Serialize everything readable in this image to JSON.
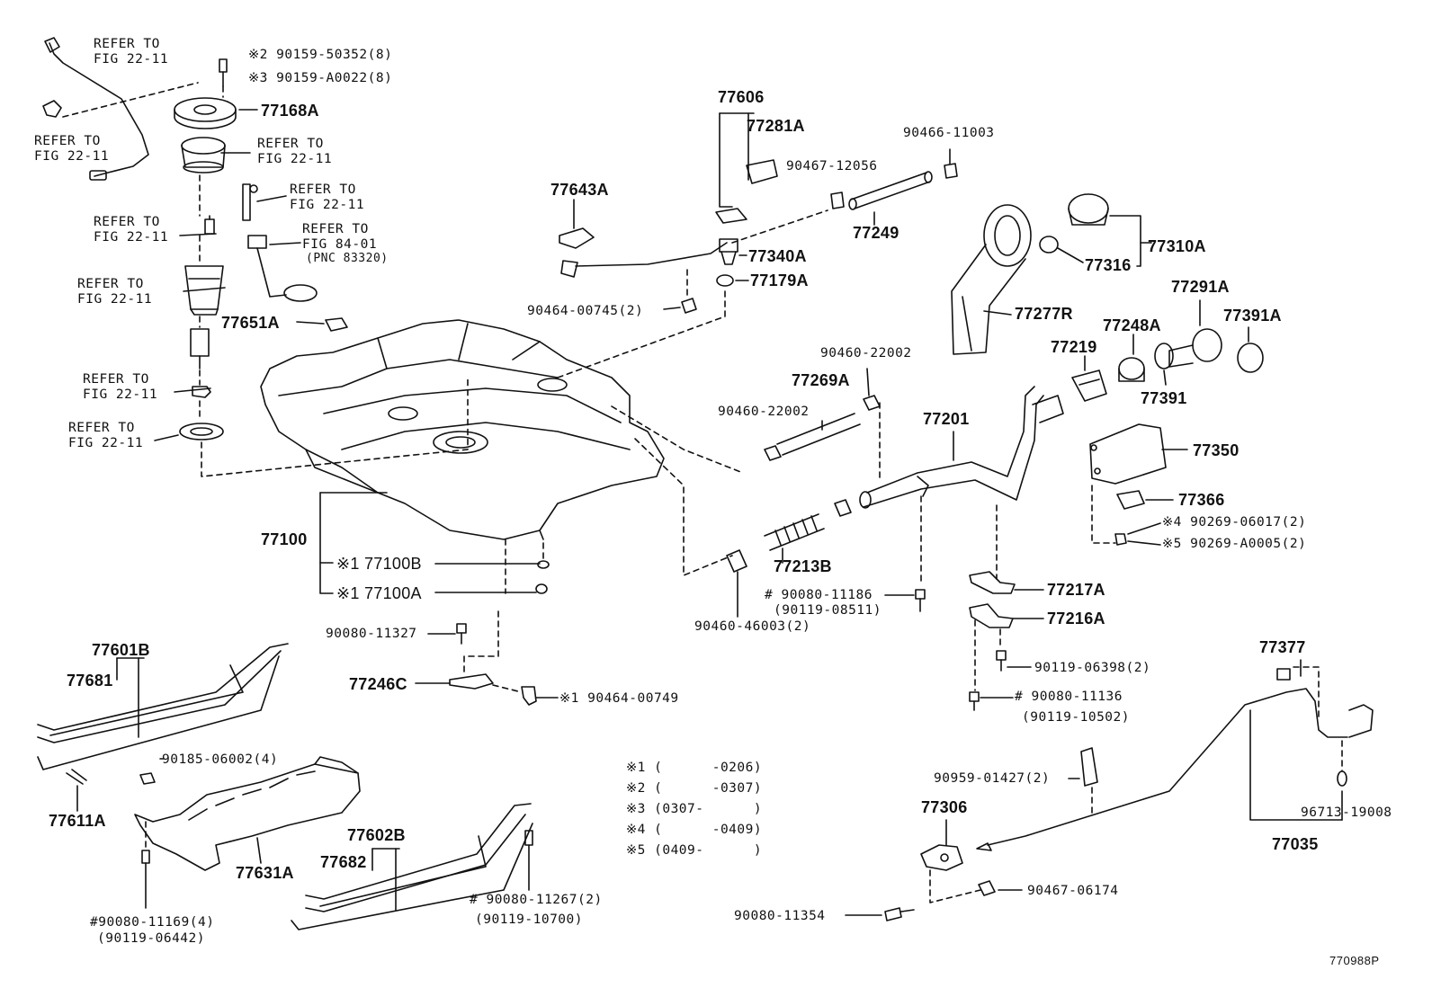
{
  "diagram_id": "770988P",
  "refs": {
    "r1": [
      "REFER TO",
      "FIG 22-11"
    ],
    "r2": [
      "REFER TO",
      "FIG 22-11"
    ],
    "r3": [
      "REFER TO",
      "FIG 22-11"
    ],
    "r4": [
      "REFER TO",
      "FIG 22-11"
    ],
    "r5": [
      "REFER TO",
      "FIG 22-11"
    ],
    "r6": [
      "REFER TO",
      "FIG 84-01",
      "(PNC 83320)"
    ],
    "r7": [
      "REFER TO",
      "FIG 22-11"
    ],
    "r8": [
      "REFER TO",
      "FIG 22-11"
    ],
    "r9": [
      "REFER TO",
      "FIG 22-11"
    ]
  },
  "parts": {
    "p90159_50352": "※2 90159-50352(8)",
    "p90159_A0022": "※3 90159-A0022(8)",
    "p77168A": "77168A",
    "p77651A": "77651A",
    "p77100": "77100",
    "p77100B": "※1 77100B",
    "p77100A": "※1 77100A",
    "p90080_11327": "90080-11327",
    "p77246C": "77246C",
    "p90464_00749": "※1 90464-00749",
    "p77606": "77606",
    "p77281A": "77281A",
    "p77643A": "77643A",
    "p90467_12056": "90467-12056",
    "p90466_11003": "90466-11003",
    "p77249": "77249",
    "p77340A": "77340A",
    "p77179A": "77179A",
    "p90464_00745": "90464-00745(2)",
    "p77310A": "77310A",
    "p77316": "77316",
    "p77277R": "77277R",
    "p77291A": "77291A",
    "p77391A": "77391A",
    "p77248A": "77248A",
    "p77219": "77219",
    "p77391": "77391",
    "p90460_22002a": "90460-22002",
    "p77269A": "77269A",
    "p90460_22002b": "90460-22002",
    "p77201": "77201",
    "p77350": "77350",
    "p77366": "77366",
    "p90269_06017": "※4 90269-06017(2)",
    "p90269_A0005": "※5 90269-A0005(2)",
    "p77213B": "77213B",
    "p90080_11186": "# 90080-11186",
    "p90119_08511": "(90119-08511)",
    "p90460_46003": "90460-46003(2)",
    "p77217A": "77217A",
    "p77216A": "77216A",
    "p90119_06398": "90119-06398(2)",
    "p90080_11136": "# 90080-11136",
    "p90119_10502": "(90119-10502)",
    "p77601B": "77601B",
    "p77681": "77681",
    "p90185_06002": "90185-06002(4)",
    "p77611A": "77611A",
    "p77631A": "77631A",
    "p90080_11169": "#90080-11169(4)",
    "p90119_06442": "(90119-06442)",
    "p77602B": "77602B",
    "p77682": "77682",
    "p90080_11267": "# 90080-11267(2)",
    "p90119_10700": "(90119-10700)",
    "p77377": "77377",
    "p90959_01427": "90959-01427(2)",
    "p77306": "77306",
    "p96713_19008": "96713-19008",
    "p77035": "77035",
    "p90467_06174": "90467-06174",
    "p90080_11354": "90080-11354"
  },
  "notes": [
    "※1 (      -0206)",
    "※2 (      -0307)",
    "※3 (0307-      )",
    "※4 (      -0409)",
    "※5 (0409-      )"
  ]
}
